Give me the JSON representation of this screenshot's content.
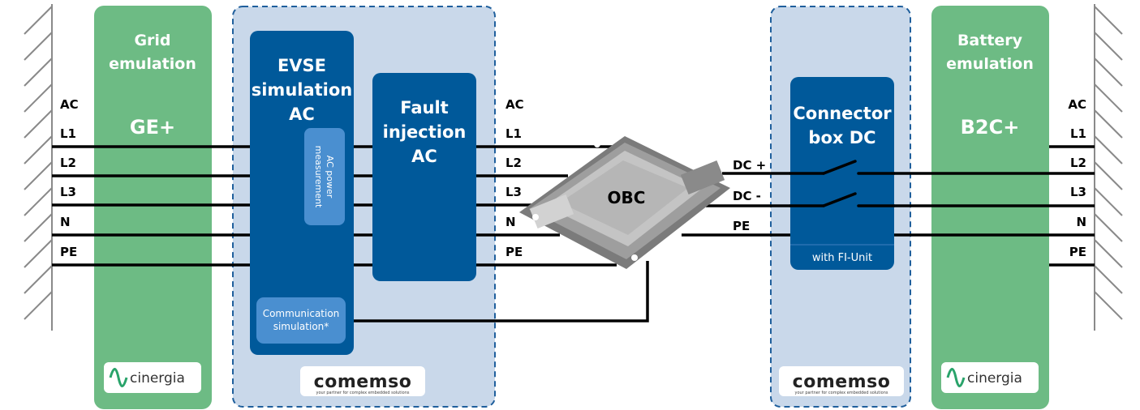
{
  "grid": {
    "title_line1": "Grid",
    "title_line2": "emulation",
    "name": "GE+",
    "logo": "cinergia"
  },
  "battery": {
    "title_line1": "Battery",
    "title_line2": "emulation",
    "name": "B2C+",
    "logo": "cinergia"
  },
  "evse": {
    "line1": "EVSE",
    "line2": "simulation",
    "line3": "AC"
  },
  "power_meas": {
    "line1": "AC power",
    "line2": "measurement"
  },
  "comm": {
    "line1": "Communication",
    "line2": "simulation*"
  },
  "fault": {
    "line1": "Fault",
    "line2": "injection",
    "line3": "AC"
  },
  "obc": {
    "label": "OBC"
  },
  "connector": {
    "line1": "Connector",
    "line2": "box DC",
    "sub": "with FI-Unit"
  },
  "comemso": {
    "name": "comemso",
    "tagline": "your partner for complex embedded solutions"
  },
  "left_labels": [
    "AC",
    "L1",
    "L2",
    "L3",
    "N",
    "PE"
  ],
  "mid_labels": [
    "AC",
    "L1",
    "L2",
    "L3",
    "N",
    "PE"
  ],
  "right_labels": [
    "AC",
    "L1",
    "L2",
    "L3",
    "N",
    "PE"
  ],
  "dc_labels": [
    "DC +",
    "DC -",
    "PE"
  ],
  "colors": {
    "green": "#6dbb84",
    "dark_blue": "#00599a",
    "light_blue": "#4a8fd0",
    "panel_blue": "#c9d8ea",
    "dash": "#1f5f9c"
  }
}
